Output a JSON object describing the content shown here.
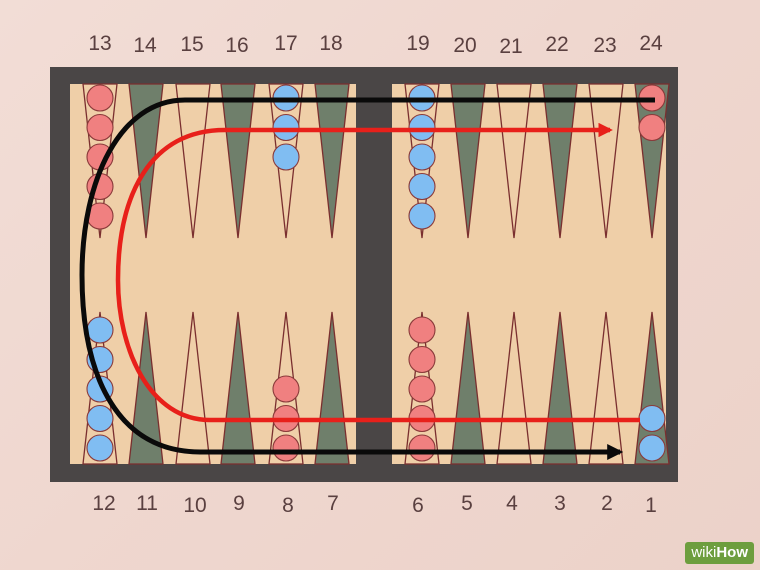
{
  "top_labels": [
    "13",
    "14",
    "15",
    "16",
    "17",
    "18",
    "19",
    "20",
    "21",
    "22",
    "23",
    "24"
  ],
  "bottom_labels": [
    "12",
    "11",
    "10",
    "9",
    "8",
    "7",
    "6",
    "5",
    "4",
    "3",
    "2",
    "1"
  ],
  "colors": {
    "frame": "#4a4646",
    "felt": "#efcfa8",
    "point_dark": "#6f7f6b",
    "point_light": "#efcfa8",
    "point_edge": "#7a2f2f",
    "red_checker": "#f08080",
    "blue_checker": "#80bdf2",
    "red_path": "#e8201a",
    "black_path": "#0a0a0a"
  },
  "watermark": {
    "part1": "wiki",
    "part2": "How"
  },
  "checkers": [
    {
      "point": 13,
      "color": "red",
      "count": 5
    },
    {
      "point": 17,
      "color": "blue",
      "count": 3
    },
    {
      "point": 19,
      "color": "blue",
      "count": 5
    },
    {
      "point": 24,
      "color": "red",
      "count": 2
    },
    {
      "point": 12,
      "color": "blue",
      "count": 5
    },
    {
      "point": 8,
      "color": "red",
      "count": 3
    },
    {
      "point": 6,
      "color": "red",
      "count": 5
    },
    {
      "point": 1,
      "color": "blue",
      "count": 2
    }
  ],
  "paths": [
    {
      "name": "red-movement-path",
      "color": "red"
    },
    {
      "name": "black-movement-path",
      "color": "black"
    }
  ]
}
